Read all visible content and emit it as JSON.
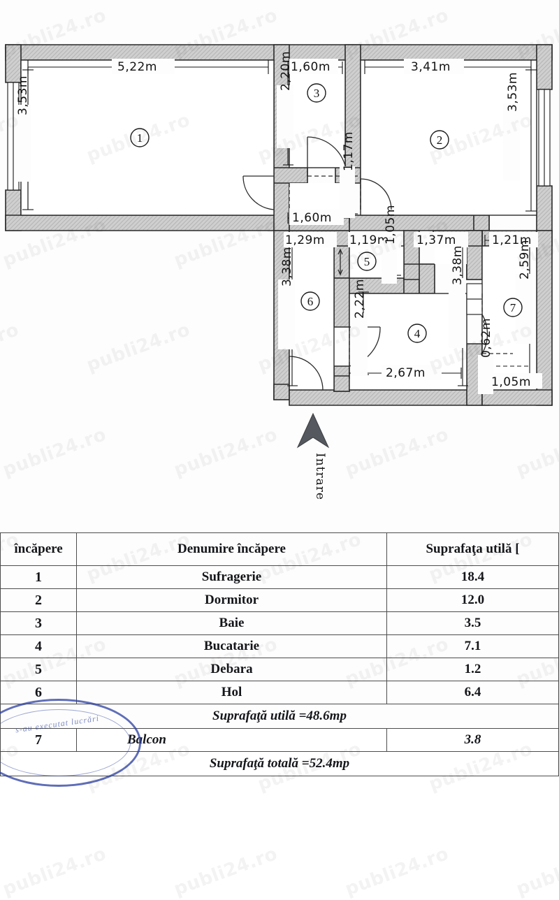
{
  "document": {
    "type": "floor-plan",
    "entrance_label": "Intrare",
    "watermark_text": "publi24.ro",
    "stamp_text": "s-au executat lucrări"
  },
  "plan": {
    "rooms": [
      {
        "number": "1",
        "name": "Sufragerie",
        "width": "5,22m",
        "height": "3,53m"
      },
      {
        "number": "2",
        "name": "Dormitor",
        "width": "3,41m",
        "height": "3,53m"
      },
      {
        "number": "3",
        "name": "Baie",
        "width": "1,60m",
        "height": "2,20m"
      },
      {
        "number": "4",
        "name": "Bucatarie",
        "width": "2,67m",
        "height": "2,22m"
      },
      {
        "number": "5",
        "name": "Debara",
        "width": "1,19m",
        "height": "1,05m"
      },
      {
        "number": "6",
        "name": "Hol",
        "width": "1,29m",
        "height": "3,38m"
      },
      {
        "number": "7",
        "name": "Balcon",
        "width": "1,21m",
        "height": "2,59m"
      }
    ],
    "dimensions": {
      "d_522": "5,22m",
      "d_353_left": "3,53m",
      "d_160_top": "1,60m",
      "d_220": "2,20m",
      "d_341": "3,41m",
      "d_353_right": "3,53m",
      "d_117": "1,17m",
      "d_160_mid": "1,60m",
      "d_129": "1,29m",
      "d_119": "1,19m",
      "d_105_debara": "1,05m",
      "d_137": "1,37m",
      "d_121": "1,21m",
      "d_338_left": "3,38m",
      "d_222": "2,22m",
      "d_338_right": "3,38m",
      "d_259": "2,59m",
      "d_267": "2,67m",
      "d_062": "0,62m",
      "d_105_balcon": "1,05m"
    },
    "room_numbers": [
      "1",
      "2",
      "3",
      "4",
      "5",
      "6",
      "7"
    ]
  },
  "table": {
    "headers": {
      "nr": "încăpere",
      "denumire": "Denumire  încăpere",
      "suprafata": "Suprafaţa utilă  ["
    },
    "rows": [
      {
        "nr": "1",
        "name": "Sufragerie",
        "area": "18.4"
      },
      {
        "nr": "2",
        "name": "Dormitor",
        "area": "12.0"
      },
      {
        "nr": "3",
        "name": "Baie",
        "area": "3.5"
      },
      {
        "nr": "4",
        "name": "Bucatarie",
        "area": "7.1"
      },
      {
        "nr": "5",
        "name": "Debara",
        "area": "1.2"
      },
      {
        "nr": "6",
        "name": "Hol",
        "area": "6.4"
      }
    ],
    "subtotal": "Suprafaţă utilă  =48.6mp",
    "balcon": {
      "nr": "7",
      "name": "Balcon",
      "area": "3.8"
    },
    "total": "Suprafaţă totală =52.4mp"
  },
  "colors": {
    "wall_fill": "#c9c9c9",
    "line": "#1e1e1e",
    "paper": "#fdfdfd",
    "stamp_blue": "#2a3ea0"
  }
}
